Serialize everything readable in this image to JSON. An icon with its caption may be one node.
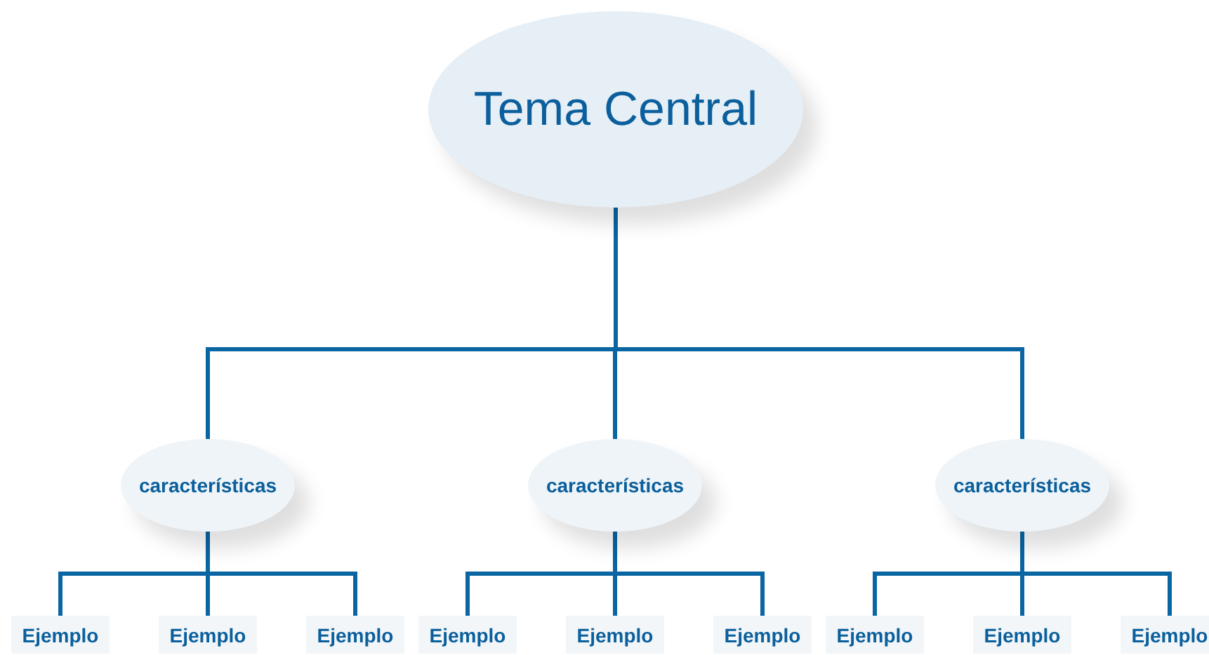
{
  "diagram": {
    "nodes": [
      {
        "text": [
          "Tema Central"
        ]
      },
      {
        "text": [
          "características"
        ]
      },
      {
        "text": [
          "características"
        ]
      },
      {
        "text": [
          "características"
        ]
      },
      {
        "text": [
          "Ejemplo"
        ]
      },
      {
        "text": [
          "Ejemplo"
        ]
      },
      {
        "text": [
          "Ejemplo"
        ]
      },
      {
        "text": [
          "Ejemplo"
        ]
      },
      {
        "text": [
          "Ejemplo"
        ]
      },
      {
        "text": [
          "Ejemplo"
        ]
      },
      {
        "text": [
          "Ejemplo"
        ]
      },
      {
        "text": [
          "Ejemplo"
        ]
      },
      {
        "text": [
          "Ejemplo"
        ]
      }
    ],
    "edges": [
      {
        "from": 0,
        "to": 1,
        "arrow": "none"
      },
      {
        "from": 0,
        "to": 2,
        "arrow": "none"
      },
      {
        "from": 0,
        "to": 3,
        "arrow": "none"
      },
      {
        "from": 1,
        "to": 4,
        "arrow": "none"
      },
      {
        "from": 1,
        "to": 5,
        "arrow": "none"
      },
      {
        "from": 1,
        "to": 6,
        "arrow": "none"
      },
      {
        "from": 2,
        "to": 7,
        "arrow": "none"
      },
      {
        "from": 2,
        "to": 8,
        "arrow": "none"
      },
      {
        "from": 2,
        "to": 9,
        "arrow": "none"
      },
      {
        "from": 3,
        "to": 10,
        "arrow": "none"
      },
      {
        "from": 3,
        "to": 11,
        "arrow": "none"
      },
      {
        "from": 3,
        "to": 12,
        "arrow": "none"
      }
    ]
  }
}
